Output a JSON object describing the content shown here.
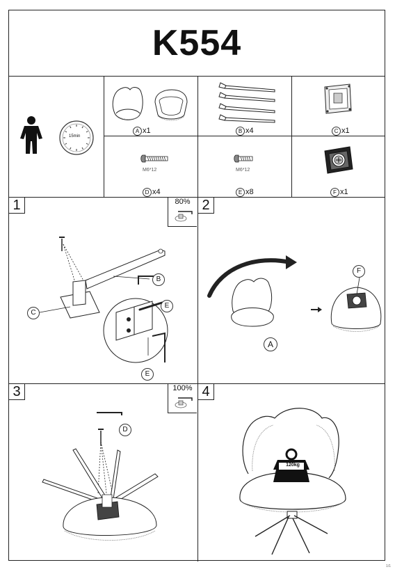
{
  "document": {
    "title": "K554",
    "time_label": "15min",
    "parts": [
      {
        "letter": "A",
        "qty": "x1"
      },
      {
        "letter": "B",
        "qty": "x4"
      },
      {
        "letter": "C",
        "qty": "x1"
      },
      {
        "letter": "D",
        "qty": "x4",
        "spec": "M6*12"
      },
      {
        "letter": "E",
        "qty": "x8",
        "spec": "M6*12"
      },
      {
        "letter": "F",
        "qty": "x1"
      }
    ],
    "steps": [
      {
        "number": "1",
        "tighten": "80%",
        "callouts": [
          "B",
          "C",
          "E",
          "E"
        ]
      },
      {
        "number": "2",
        "callouts": [
          "F",
          "A"
        ]
      },
      {
        "number": "3",
        "tighten": "100%",
        "callouts": [
          "D"
        ]
      },
      {
        "number": "4",
        "weight": "120kg"
      }
    ],
    "corner_mark": "1/1"
  }
}
